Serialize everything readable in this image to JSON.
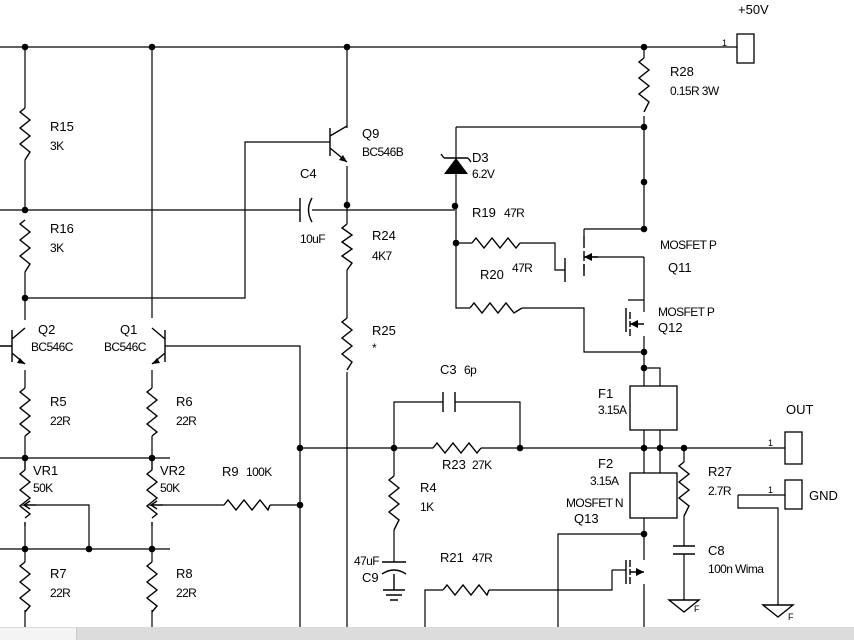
{
  "supply": {
    "label": "+50V",
    "pin": "1"
  },
  "connectors": {
    "out": {
      "label": "OUT",
      "pin": "1"
    },
    "gnd": {
      "label": "GND",
      "pin": "1"
    }
  },
  "ground_tag": "F",
  "components": {
    "R15": {
      "ref": "R15",
      "value": "3K"
    },
    "R16": {
      "ref": "R16",
      "value": "3K"
    },
    "Q9": {
      "ref": "Q9",
      "value": "BC546B"
    },
    "C4": {
      "ref": "C4",
      "value": "10uF"
    },
    "R24": {
      "ref": "R24",
      "value": "4K7"
    },
    "R25": {
      "ref": "R25",
      "value": "*"
    },
    "R28": {
      "ref": "R28",
      "value": "0.15R 3W"
    },
    "D3": {
      "ref": "D3",
      "value": "6.2V"
    },
    "R19": {
      "ref": "R19",
      "value": "47R"
    },
    "R20": {
      "ref": "R20",
      "value": "47R"
    },
    "Q11": {
      "ref": "Q11",
      "value": "MOSFET P"
    },
    "Q12": {
      "ref": "Q12",
      "value": "MOSFET P"
    },
    "Q2": {
      "ref": "Q2",
      "value": "BC546C"
    },
    "Q1": {
      "ref": "Q1",
      "value": "BC546C"
    },
    "R5": {
      "ref": "R5",
      "value": "22R"
    },
    "R6": {
      "ref": "R6",
      "value": "22R"
    },
    "VR1": {
      "ref": "VR1",
      "value": "50K"
    },
    "VR2": {
      "ref": "VR2",
      "value": "50K"
    },
    "R9": {
      "ref": "R9",
      "value": "100K"
    },
    "C3": {
      "ref": "C3",
      "value": "6p"
    },
    "R23": {
      "ref": "R23",
      "value": "27K"
    },
    "F1": {
      "ref": "F1",
      "value": "3.15A"
    },
    "F2": {
      "ref": "F2",
      "value": "3.15A"
    },
    "R27": {
      "ref": "R27",
      "value": "2.7R"
    },
    "R4": {
      "ref": "R4",
      "value": "1K"
    },
    "Q13": {
      "ref": "Q13",
      "value": "MOSFET N"
    },
    "C8": {
      "ref": "C8",
      "value": "100n Wima"
    },
    "R7": {
      "ref": "R7",
      "value": "22R"
    },
    "R8": {
      "ref": "R8",
      "value": "22R"
    },
    "C9": {
      "ref": "C9",
      "value": "47uF"
    },
    "R21": {
      "ref": "R21",
      "value": "47R"
    }
  }
}
